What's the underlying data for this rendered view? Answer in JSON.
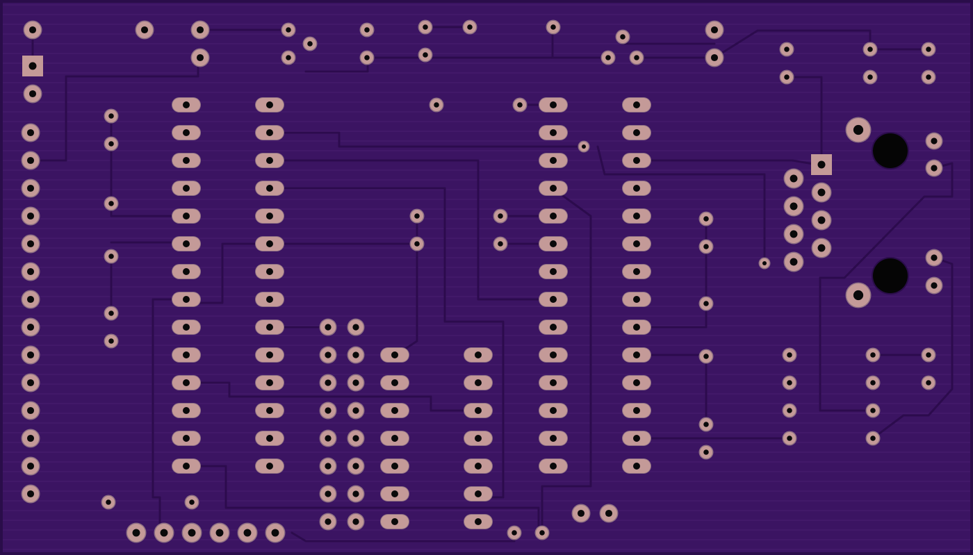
{
  "board": {
    "colors": {
      "substrate": "#3b1462",
      "edge": "#2a0d4a",
      "hatch": "#4b2173",
      "trace": "#2c0b4d",
      "pad": "#c49a98",
      "pad_ring": "#8d6f84",
      "drill": "#0a0a0a",
      "mount_hole": "#050505"
    },
    "components": [
      {
        "name": "header-left-vertical",
        "pin_count": 14
      },
      {
        "name": "dip-ic-1",
        "pin_count": 28
      },
      {
        "name": "dip-ic-2",
        "pin_count": 28
      },
      {
        "name": "dip-ic-3",
        "pin_count": 14
      },
      {
        "name": "header-double-row",
        "pin_count": 14
      },
      {
        "name": "header-bottom-row",
        "pin_count": 6
      },
      {
        "name": "connector-2x4",
        "pin_count": 8
      },
      {
        "name": "mounting-hole",
        "pin_count": 2
      }
    ]
  }
}
